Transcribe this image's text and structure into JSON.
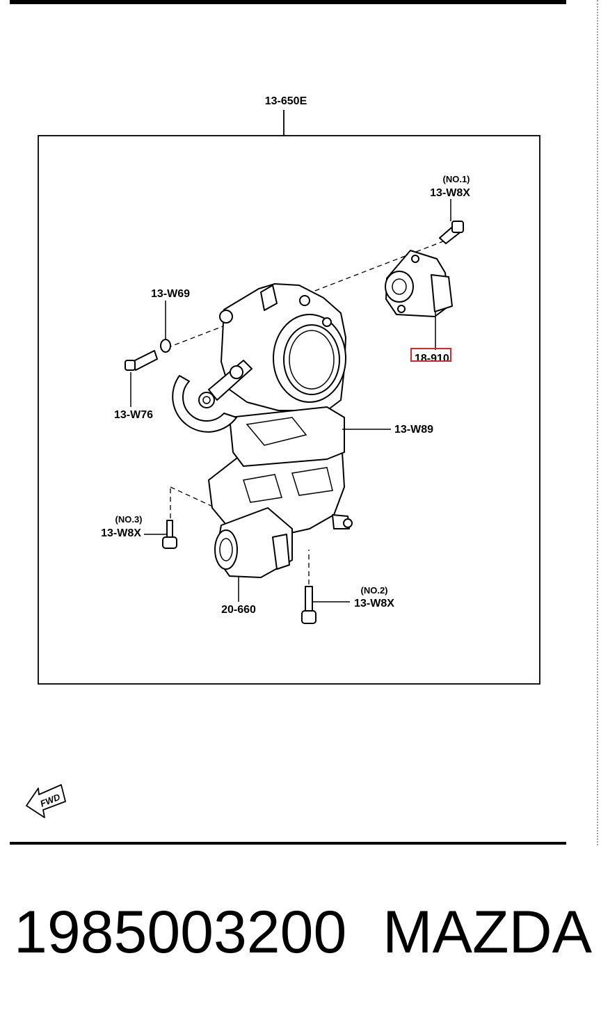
{
  "diagram": {
    "assembly_label": "13-650E",
    "callouts": {
      "screw_no1_qualifier": "(NO.1)",
      "screw_no1": "13-W8X",
      "oring": "13-W69",
      "screw_w76": "13-W76",
      "sensor": "18-910",
      "gasket": "13-W89",
      "screw_no3_qualifier": "(NO.3)",
      "screw_no3": "13-W8X",
      "valve": "20-660",
      "screw_no2_qualifier": "(NO.2)",
      "screw_no2": "13-W8X"
    },
    "fwd_arrow_text": "FWD",
    "highlight_color": "#e0242b"
  },
  "footer": {
    "part_number": "1985003200",
    "brand": "MAZDA"
  }
}
